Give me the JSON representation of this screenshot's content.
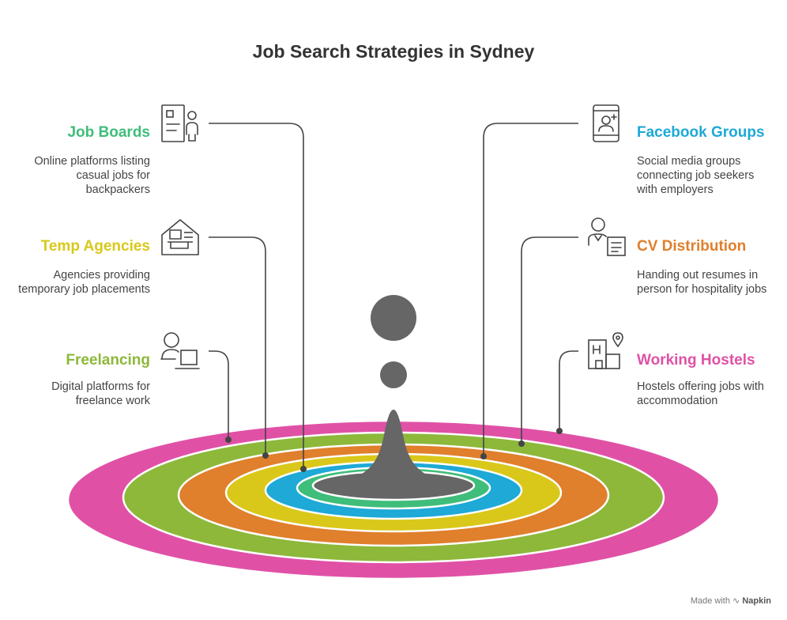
{
  "title": "Job Search Strategies in Sydney",
  "items": [
    {
      "title": "Job Boards",
      "description": "Online platforms listing casual jobs for backpackers",
      "color": "#3fbd7a",
      "icon": "job-board-icon"
    },
    {
      "title": "Temp Agencies",
      "description": "Agencies providing temporary job placements",
      "color": "#d9c81a",
      "icon": "agency-building-icon"
    },
    {
      "title": "Freelancing",
      "description": "Digital platforms for freelance work",
      "color": "#8db83a",
      "icon": "freelancer-laptop-icon"
    },
    {
      "title": "Facebook Groups",
      "description": "Social media groups connecting job seekers with employers",
      "color": "#1ea9d6",
      "icon": "mobile-add-user-icon"
    },
    {
      "title": "CV Distribution",
      "description": "Handing out resumes in person for hospitality jobs",
      "color": "#e07f2c",
      "icon": "person-resume-icon"
    },
    {
      "title": "Working Hostels",
      "description": "Hostels offering jobs with accommodation",
      "color": "#e051a6",
      "icon": "hostel-location-icon"
    }
  ],
  "rings": [
    {
      "color": "#e051a6"
    },
    {
      "color": "#8db83a"
    },
    {
      "color": "#e07f2c"
    },
    {
      "color": "#d9c81a"
    },
    {
      "color": "#1ea9d6"
    },
    {
      "color": "#3fbd7a"
    },
    {
      "color": "#666666"
    }
  ],
  "credit": {
    "prefix": "Made with",
    "brand": "Napkin"
  }
}
